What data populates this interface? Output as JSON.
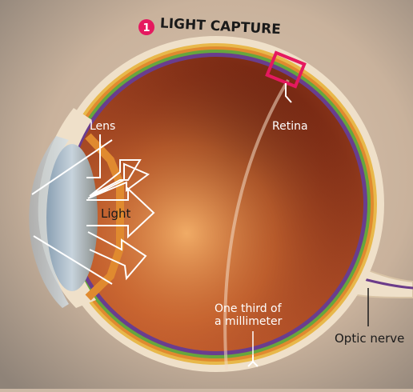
{
  "title": {
    "badge_number": "1",
    "text": "LIGHT CAPTURE"
  },
  "labels": {
    "lens": "Lens",
    "light": "Light",
    "retina": "Retina",
    "thickness_line1": "One third of",
    "thickness_line2": "a millimeter",
    "optic_nerve": "Optic nerve"
  },
  "colors": {
    "badge": "#e5195f",
    "retina_box": "#e5195f",
    "background": "#cdb9a6",
    "eye_interior": "#a3431f",
    "sclera": "#efe0c9"
  }
}
